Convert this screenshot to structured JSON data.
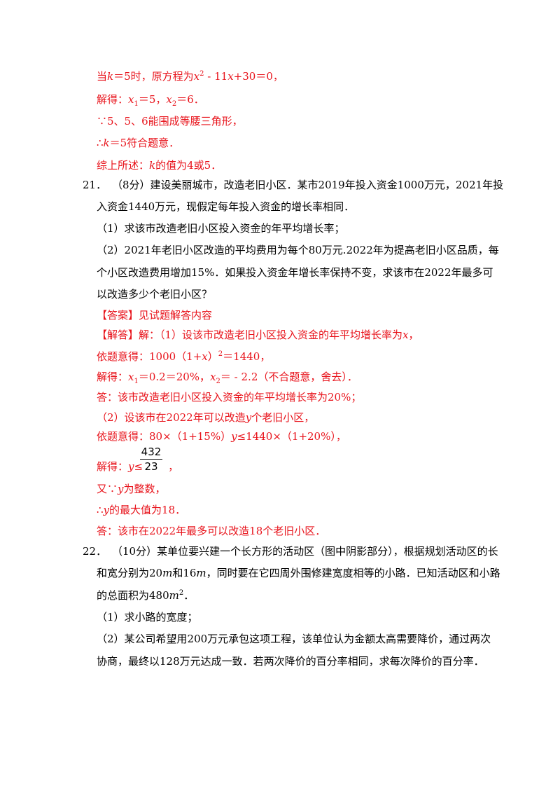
{
  "lines": {
    "a1_pre": "当",
    "a1_k": "k",
    "a1_mid": "＝5时，原方程为",
    "a1_x": "x",
    "a1_exp": "2",
    "a1_rest": " - 11",
    "a1_x2": "x",
    "a1_end": "+30＝0，",
    "a2_pre": "解得：",
    "a2_x1": "x",
    "a2_s1": "1",
    "a2_m": "＝5，",
    "a2_x2": "x",
    "a2_s2": "2",
    "a2_end": "＝6．",
    "a3": "∵5、5、6能围成等腰三角形，",
    "a4_pre": "∴",
    "a4_k": "k",
    "a4_end": "＝5符合题意．",
    "a5_pre": "综上所述：",
    "a5_k": "k",
    "a5_end": "的值为4或5．",
    "q21_num": "21．",
    "q21_l1": "（8分）建设美丽城市，改造老旧小区．某市2019年投入资金1000万元，2021年投",
    "q21_l2": "入资金1440万元，现假定每年投入资金的增长率相同．",
    "q21_p1": "（1）求该市改造老旧小区投入资金的年平均增长率；",
    "q21_p2a": "（2）2021年老旧小区改造的平均费用为每个80万元.2022年为提高老旧小区品质，每",
    "q21_p2b": "个小区改造费用增加15%．如果投入资金年增长率保持不变，求该市在2022年最多可",
    "q21_p2c": "以改造多少个老旧小区？",
    "ans_tag": "【答案】见试题解答内容",
    "sol_tag": "【解答】",
    "sol_l1_a": "解：（1）设该市改造老旧小区投入资金的年平均增长率为",
    "sol_l1_x": "x",
    "sol_l1_end": "，",
    "sol_l2_a": "依题意得：1000（1+",
    "sol_l2_x": "x",
    "sol_l2_b": "）",
    "sol_l2_exp": "2",
    "sol_l2_end": "＝1440，",
    "sol_l3_a": "解得：",
    "sol_l3_x1": "x",
    "sol_l3_s1": "1",
    "sol_l3_b": "＝0.2＝20%，",
    "sol_l3_x2": "x",
    "sol_l3_s2": "2",
    "sol_l3_end": "＝ - 2.2（不合题意，舍去）．",
    "sol_l4": "答：该市改造老旧小区投入资金的年平均增长率为20%；",
    "sol_l5_a": "（2）设该市在2022年可以改造",
    "sol_l5_y": "y",
    "sol_l5_end": "个老旧小区，",
    "sol_l6_a": "依题意得：80×（1+15%）",
    "sol_l6_y": "y",
    "sol_l6_end": "≤1440×（1+20%），",
    "frac_num": "432",
    "frac_den": "23",
    "sol_l7_a": "解得：",
    "sol_l7_y": "y",
    "sol_l7_b": "≤",
    "sol_l7_end": "，",
    "sol_l8_a": "又∵",
    "sol_l8_y": "y",
    "sol_l8_end": "为整数，",
    "sol_l9_a": "∴",
    "sol_l9_y": "y",
    "sol_l9_end": "的最大值为18．",
    "sol_l10": "答：该市在2022年最多可以改造18个老旧小区．",
    "q22_num": "22．",
    "q22_l1": "（10分）某单位要兴建一个长方形的活动区（图中阴影部分），根据规划活动区的长",
    "q22_l2_a": "和宽分别为20",
    "q22_l2_m1": "m",
    "q22_l2_b": "和16",
    "q22_l2_m2": "m",
    "q22_l2_end": "，同时要在它四周外围修建宽度相等的小路．已知活动区和小路",
    "q22_l3_a": "的总面积为480",
    "q22_l3_m": "m",
    "q22_l3_exp": "2",
    "q22_l3_end": "．",
    "q22_p1": "（1）求小路的宽度；",
    "q22_p2a": "（2）某公司希望用200万元承包这项工程，该单位认为金额太高需要降价，通过两次",
    "q22_p2b": "协商，最终以128万元达成一致．若两次降价的百分率相同，求每次降价的百分率．"
  },
  "colors": {
    "answer_red": "#e8131b",
    "text_black": "#000000"
  }
}
